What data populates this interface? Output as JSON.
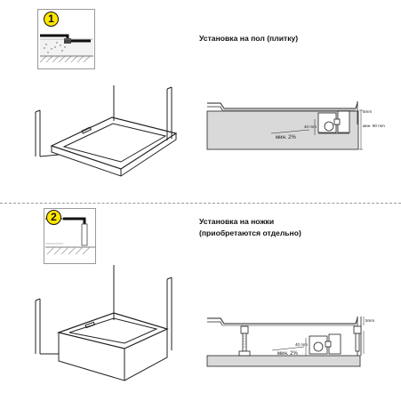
{
  "section1": {
    "step_number": "1",
    "title": "Установка на пол (плитку)",
    "labels": {
      "dim_top": "5mm",
      "dim_right": "мин. 90 mm",
      "dim_trap": "40 mm",
      "slope": "мин. 2%"
    }
  },
  "section2": {
    "step_number": "2",
    "title_line1": "Установка на ножки",
    "title_line2": "(приобретаются отдельно)",
    "labels": {
      "dim_top": "5mm",
      "dim_trap": "40 mm",
      "slope": "мин. 2%"
    }
  },
  "colors": {
    "badge": "#ffe600",
    "line": "#222222",
    "hatch": "#9a9a9a",
    "base_grey": "#d9d9d9"
  }
}
